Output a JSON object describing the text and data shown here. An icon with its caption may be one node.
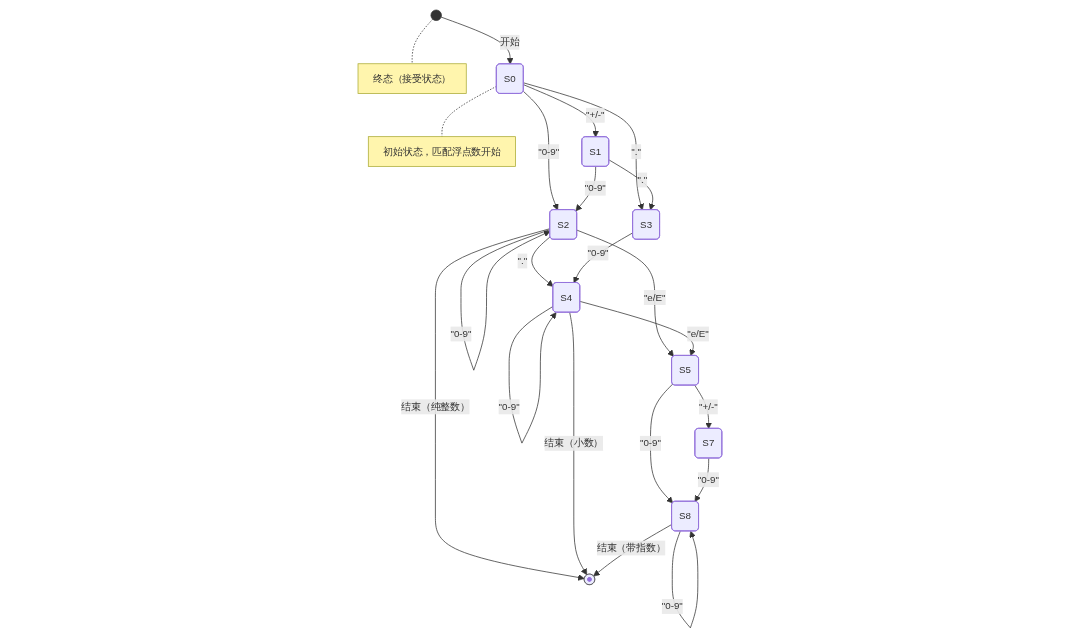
{
  "diagram": {
    "nodes": [
      {
        "text": [],
        "shape": "circle"
      },
      {
        "text": [
          "终态（接受状态）"
        ]
      },
      {
        "text": [
          "S0"
        ]
      },
      {
        "text": [
          "初始状态，匹配浮点数开始"
        ]
      },
      {
        "text": [
          "S1"
        ]
      },
      {
        "text": [
          "S2"
        ]
      },
      {
        "text": [
          "S3"
        ]
      },
      {
        "text": [
          "S4"
        ]
      },
      {
        "text": [
          "S5"
        ]
      },
      {
        "text": [
          "S7"
        ]
      },
      {
        "text": [
          "S8"
        ]
      },
      {
        "text": [],
        "shape": "circle"
      }
    ],
    "edges": [
      {
        "from": 0,
        "to": 2,
        "arrow": "to",
        "label": "开始"
      },
      {
        "from": 0,
        "to": 1,
        "arrow": "none",
        "style": "dashed"
      },
      {
        "from": 2,
        "to": 3,
        "arrow": "none",
        "style": "dashed"
      },
      {
        "from": 2,
        "to": 4,
        "arrow": "to",
        "label": "\"+/-\""
      },
      {
        "from": 2,
        "to": 5,
        "arrow": "to",
        "label": "\"0-9\""
      },
      {
        "from": 2,
        "to": 6,
        "arrow": "to",
        "label": "\".\""
      },
      {
        "from": 4,
        "to": 5,
        "arrow": "to",
        "label": "\"0-9\""
      },
      {
        "from": 4,
        "to": 6,
        "arrow": "to",
        "label": "\".\""
      },
      {
        "from": 5,
        "to": 5,
        "arrow": "to",
        "label": "\"0-9\""
      },
      {
        "from": 5,
        "to": 7,
        "arrow": "to",
        "label": "\".\""
      },
      {
        "from": 5,
        "to": 8,
        "arrow": "to",
        "label": "\"e/E\""
      },
      {
        "from": 6,
        "to": 7,
        "arrow": "to",
        "label": "\"0-9\""
      },
      {
        "from": 7,
        "to": 7,
        "arrow": "to",
        "label": "\"0-9\""
      },
      {
        "from": 7,
        "to": 8,
        "arrow": "to",
        "label": "\"e/E\""
      },
      {
        "from": 8,
        "to": 9,
        "arrow": "to",
        "label": "\"+/-\""
      },
      {
        "from": 8,
        "to": 10,
        "arrow": "to",
        "label": "\"0-9\""
      },
      {
        "from": 9,
        "to": 10,
        "arrow": "to",
        "label": "\"0-9\""
      },
      {
        "from": 10,
        "to": 10,
        "arrow": "to",
        "label": "\"0-9\""
      },
      {
        "from": 5,
        "to": 11,
        "arrow": "to",
        "label": "结束（纯整数）"
      },
      {
        "from": 7,
        "to": 11,
        "arrow": "to",
        "label": "结束（小数）"
      },
      {
        "from": 10,
        "to": 11,
        "arrow": "to",
        "label": "结束（带指数）"
      }
    ]
  }
}
